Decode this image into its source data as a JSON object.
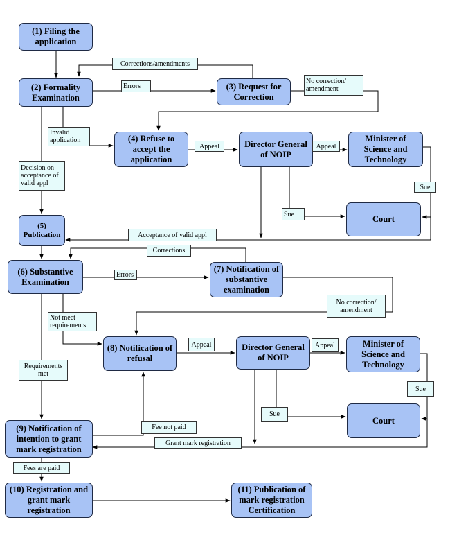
{
  "nodes": {
    "filing": "(1) Filing the\napplication",
    "formality": "(2) Formality\nExamination",
    "request_correction": "(3) Request for\nCorrection",
    "refuse_accept": "(4) Refuse to\naccept the\napplication",
    "director_general_1": "Director General\nof NOIP",
    "minister_1": "Minister of\nScience and\nTechnology",
    "court_1": "Court",
    "publication": "(5)\nPublication",
    "substantive": "(6) Substantive\nExamination",
    "notification_substantive": "(7) Notification of\nsubstantive\nexamination",
    "notification_refusal": "(8) Notification of\nrefusal",
    "director_general_2": "Director General\nof NOIP",
    "minister_2": "Minister of\nScience and\nTechnology",
    "court_2": "Court",
    "intention_grant": "(9) Notification of\nintention to grant\nmark registration",
    "registration": "(10) Registration and\ngrant mark\nregistration",
    "publication_cert": "(11) Publication of\nmark registration\nCertification"
  },
  "edge_labels": {
    "corrections_amendments": "Corrections/amendments",
    "errors_1": "Errors",
    "no_correction_1": "No correction/\namendment",
    "invalid_application": "Invalid\napplication",
    "appeal_1": "Appeal",
    "appeal_2": "Appeal",
    "decision_acceptance": "Decision on\nacceptance of\nvalid appl",
    "sue_1": "Sue",
    "sue_2": "Sue",
    "acceptance_valid": "Acceptance of valid appl",
    "corrections": "Corrections",
    "errors_2": "Errors",
    "no_correction_2": "No correction/\namendment",
    "not_meet": "Not meet\nrequirements",
    "appeal_3": "Appeal",
    "appeal_4": "Appeal",
    "sue_3": "Sue",
    "requirements_met": "Requirements\nmet",
    "sue_4": "Sue",
    "fee_not_paid": "Fee not paid",
    "grant_mark": "Grant mark registration",
    "fees_paid": "Fees are paid"
  },
  "colors": {
    "box_fill": "#a8c3f5",
    "label_fill": "#e6fbfb",
    "line": "#000000"
  }
}
